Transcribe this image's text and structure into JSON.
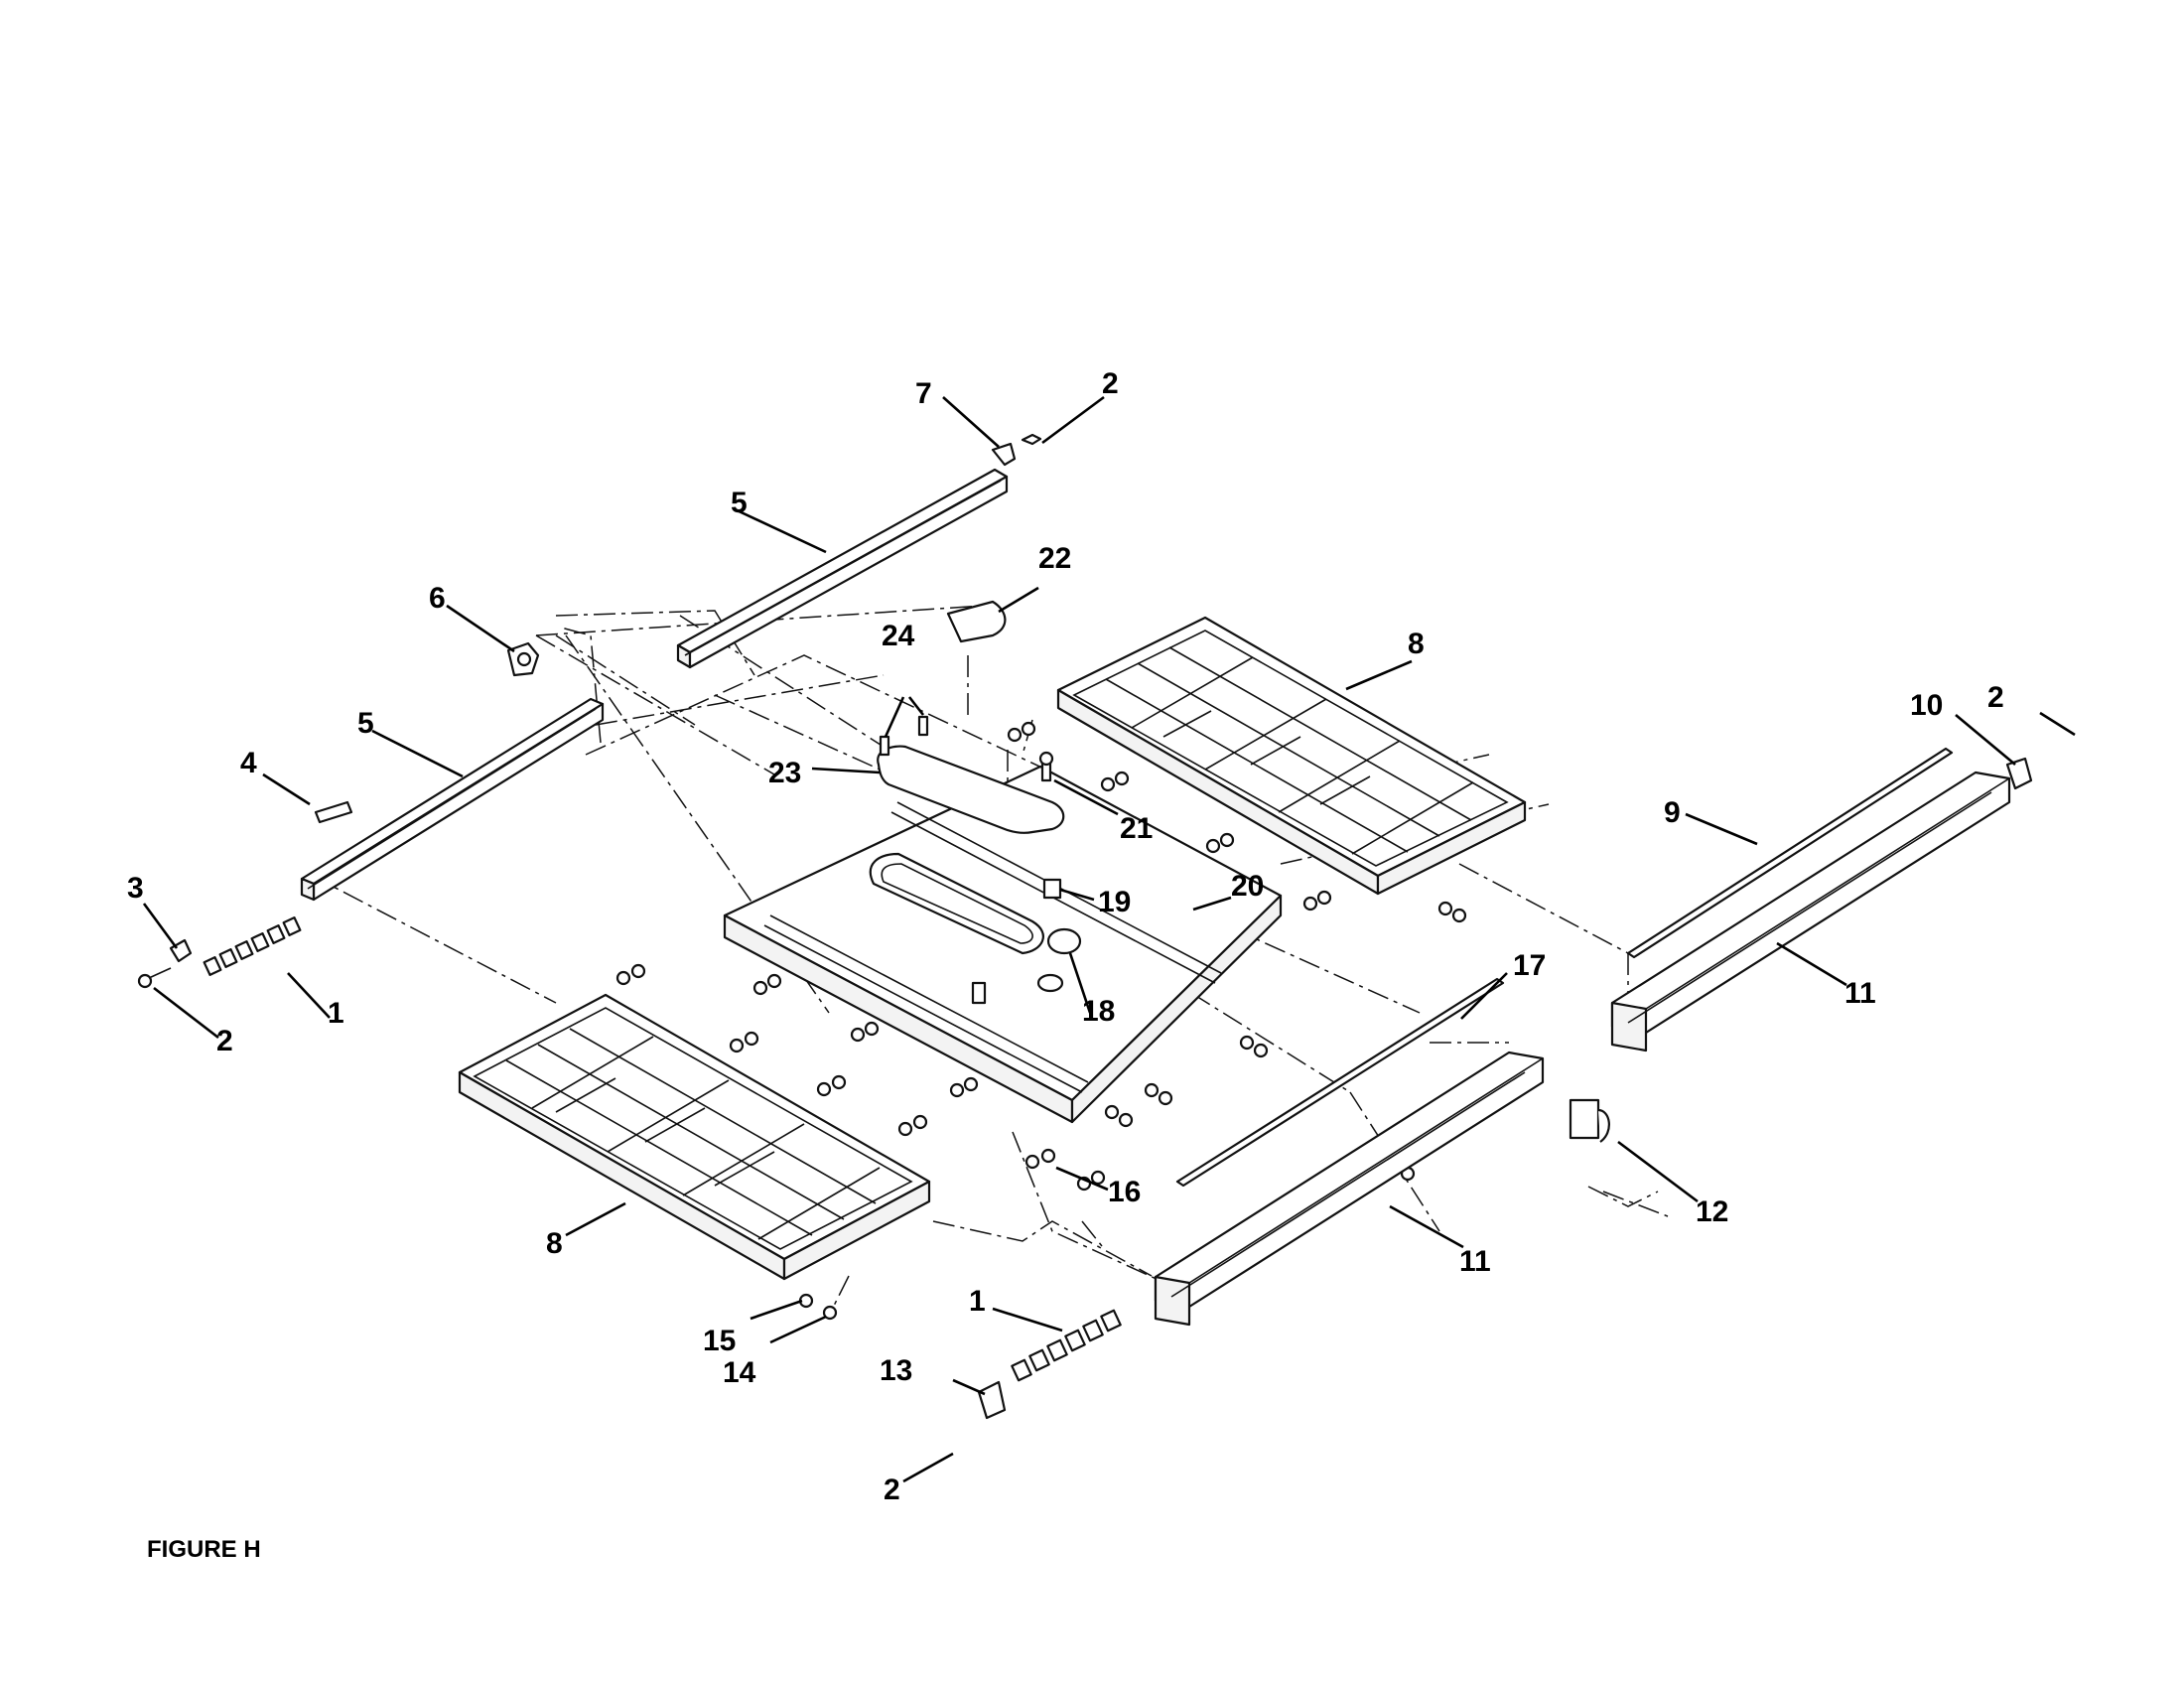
{
  "figure": {
    "caption": "FIGURE H"
  },
  "callouts": [
    {
      "id": "c-1a",
      "text": "1"
    },
    {
      "id": "c-1b",
      "text": "1"
    },
    {
      "id": "c-2a",
      "text": "2"
    },
    {
      "id": "c-2b",
      "text": "2"
    },
    {
      "id": "c-2c",
      "text": "2"
    },
    {
      "id": "c-2d",
      "text": "2"
    },
    {
      "id": "c-3",
      "text": "3"
    },
    {
      "id": "c-4",
      "text": "4"
    },
    {
      "id": "c-5a",
      "text": "5"
    },
    {
      "id": "c-5b",
      "text": "5"
    },
    {
      "id": "c-6",
      "text": "6"
    },
    {
      "id": "c-7",
      "text": "7"
    },
    {
      "id": "c-8a",
      "text": "8"
    },
    {
      "id": "c-8b",
      "text": "8"
    },
    {
      "id": "c-9",
      "text": "9"
    },
    {
      "id": "c-10",
      "text": "10"
    },
    {
      "id": "c-11a",
      "text": "11"
    },
    {
      "id": "c-11b",
      "text": "11"
    },
    {
      "id": "c-12",
      "text": "12"
    },
    {
      "id": "c-13",
      "text": "13"
    },
    {
      "id": "c-14",
      "text": "14"
    },
    {
      "id": "c-15",
      "text": "15"
    },
    {
      "id": "c-16",
      "text": "16"
    },
    {
      "id": "c-17",
      "text": "17"
    },
    {
      "id": "c-18",
      "text": "18"
    },
    {
      "id": "c-19",
      "text": "19"
    },
    {
      "id": "c-20",
      "text": "20"
    },
    {
      "id": "c-21",
      "text": "21"
    },
    {
      "id": "c-22",
      "text": "22"
    },
    {
      "id": "c-23",
      "text": "23"
    },
    {
      "id": "c-24",
      "text": "24"
    }
  ]
}
